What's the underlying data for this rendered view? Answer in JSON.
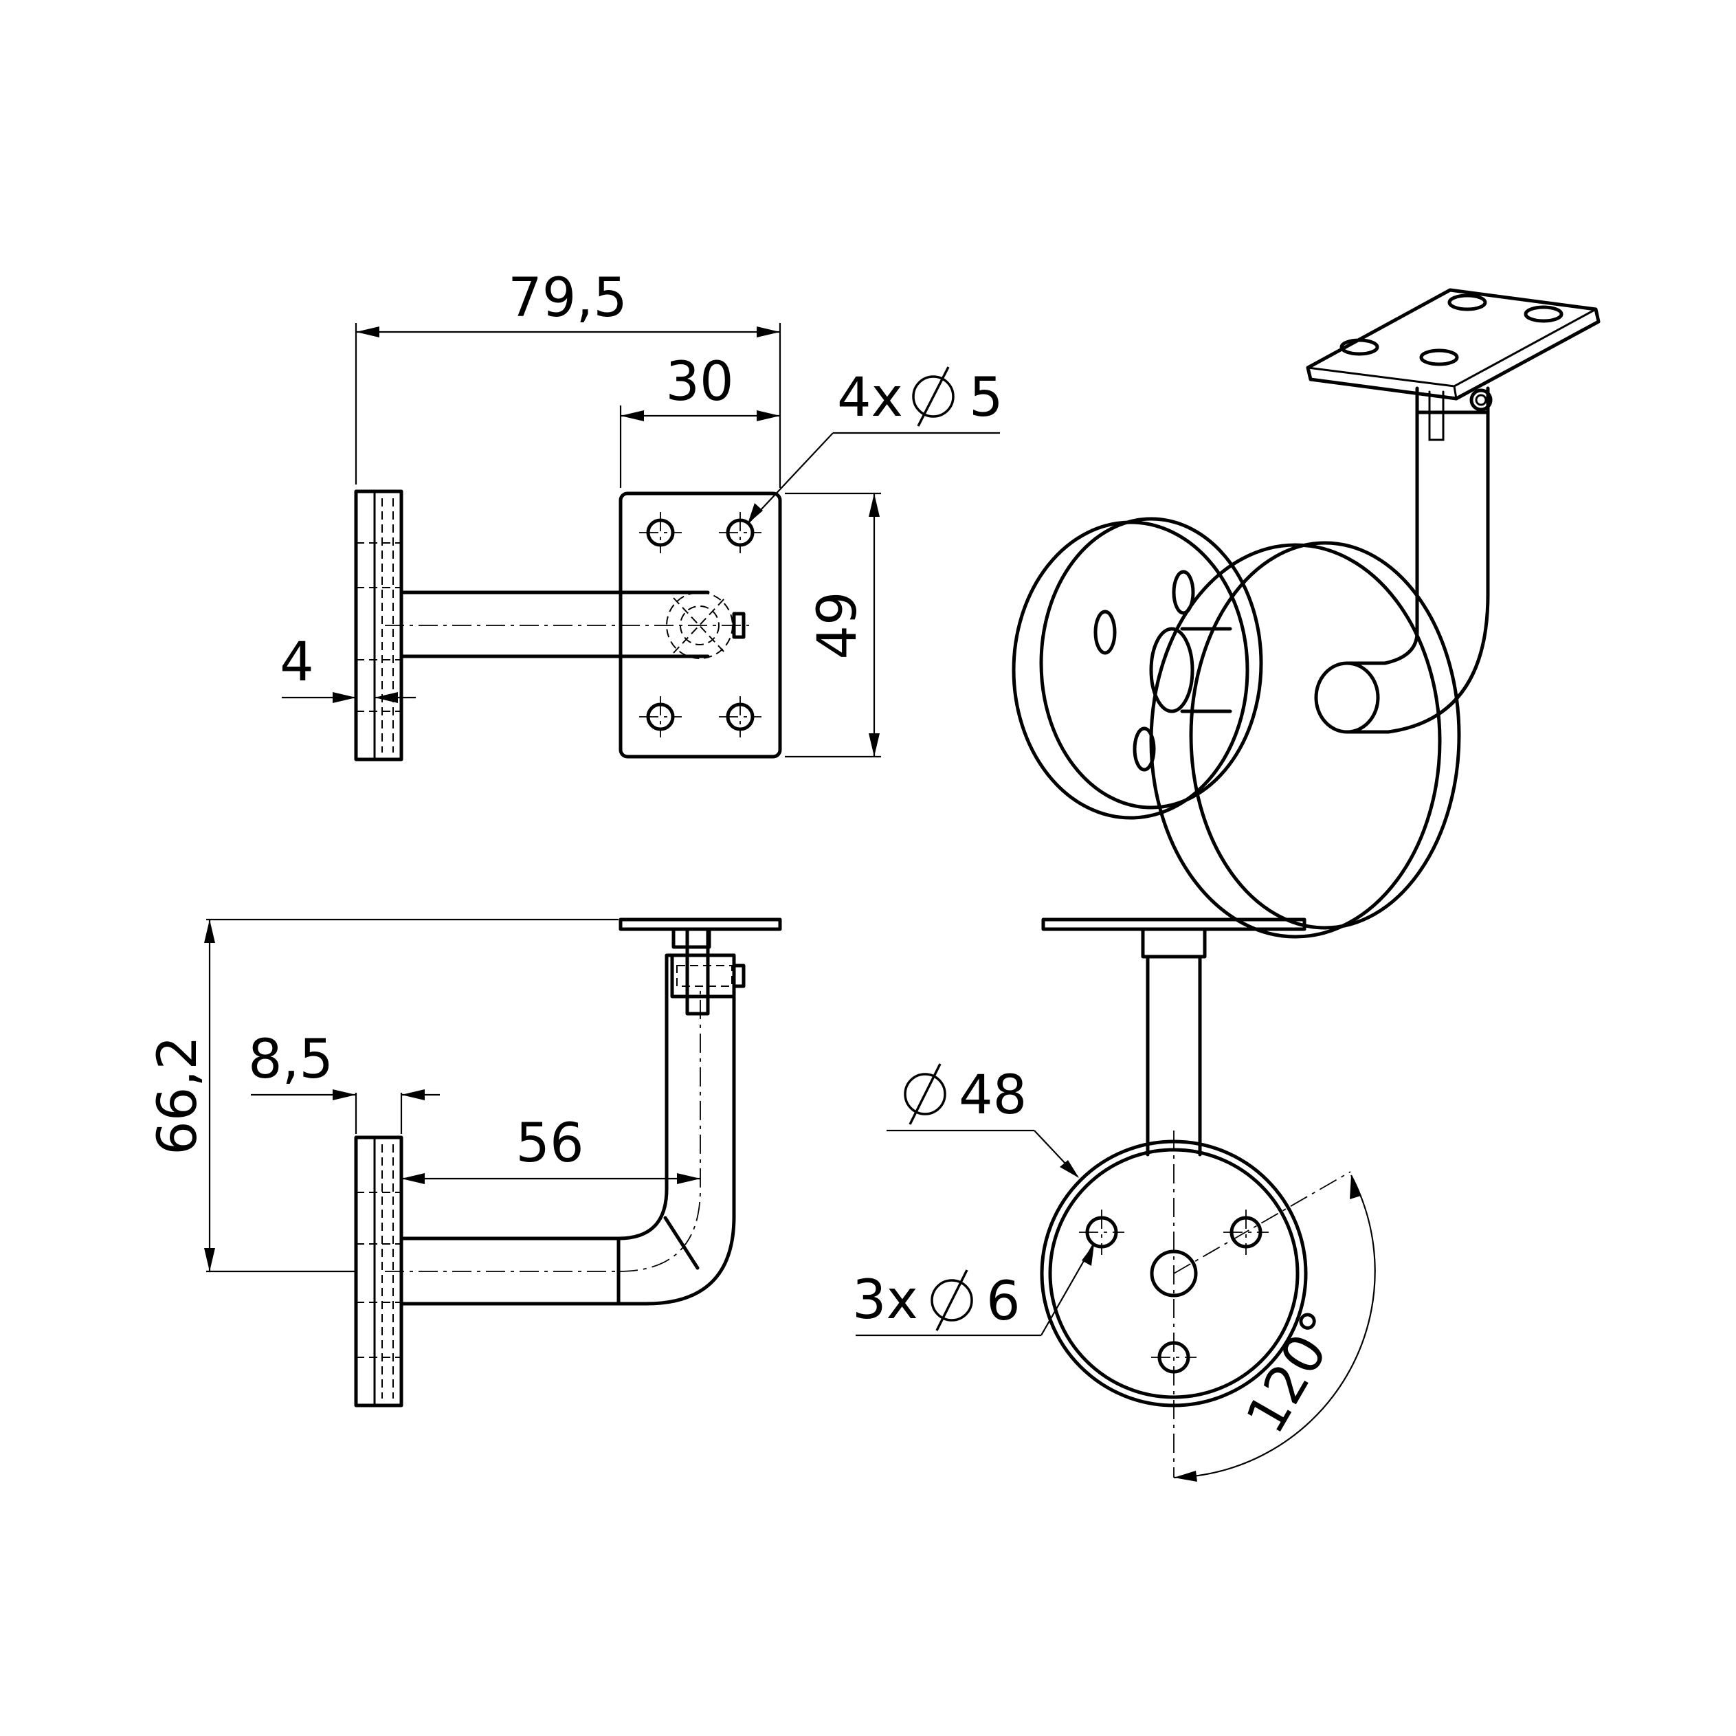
{
  "dimensions": {
    "overall_width": "79,5",
    "plate_width": "30",
    "plate_height": "49",
    "flange_thickness": "4",
    "plate_holes": "4x",
    "plate_hole_dia": "5",
    "height": "66,2",
    "offset": "8,5",
    "arm_length": "56",
    "flange_dia": "48",
    "flange_holes": "3x",
    "flange_hole_dia": "6",
    "hole_angle": "120°"
  },
  "colors": {
    "line": "#000000",
    "background": "#ffffff"
  }
}
